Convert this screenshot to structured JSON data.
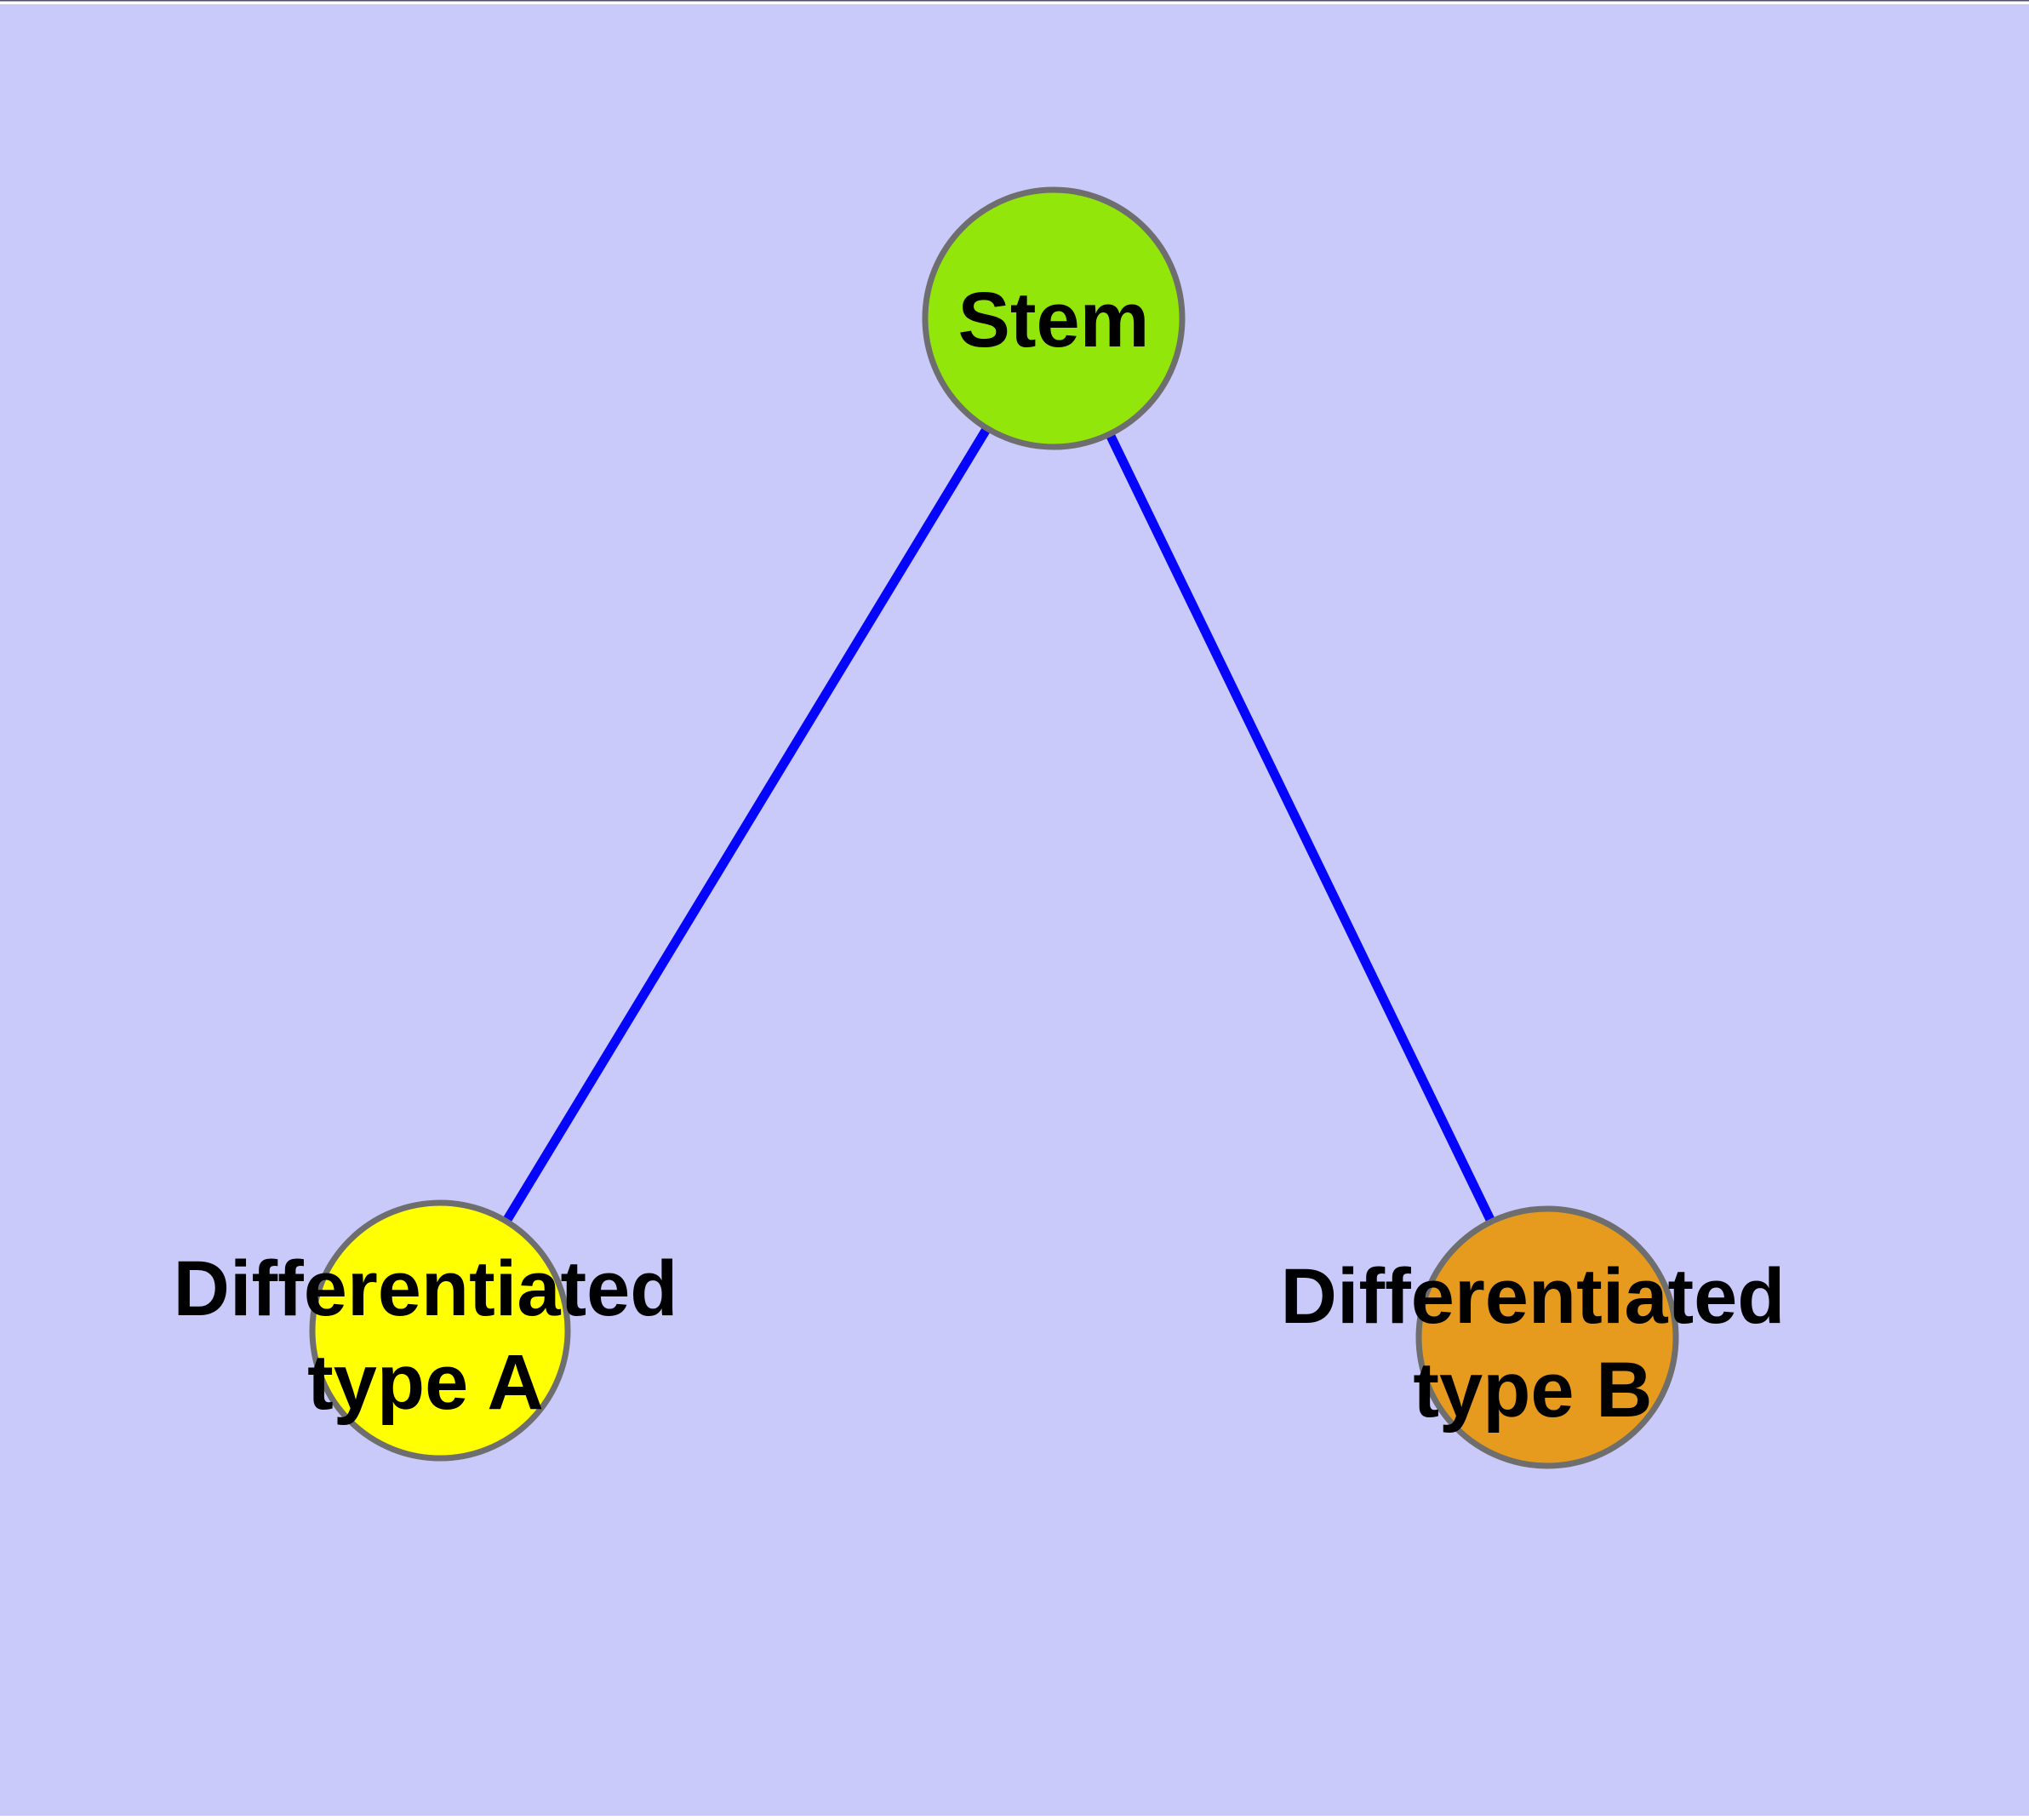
{
  "diagram": {
    "type": "node-link-graph",
    "background_color": "#C9C9FA",
    "frame_color": "#FFFFFF",
    "frame_top_line_color": "#50506A",
    "text_color": "#000000",
    "node_border_color": "#6E6E6E",
    "edge_color": "#0505FC",
    "nodes": [
      {
        "id": "stem",
        "label": "Stem",
        "fill": "#93E60A"
      },
      {
        "id": "differentiated-type-a",
        "label_line1": "Differentiated",
        "label_line2": "type A",
        "fill": "#FFFF00"
      },
      {
        "id": "differentiated-type-b",
        "label_line1": "Differentiated",
        "label_line2": "type B",
        "fill": "#E69B1E"
      }
    ],
    "edges": [
      {
        "from": "stem",
        "to": "differentiated-type-a"
      },
      {
        "from": "stem",
        "to": "differentiated-type-b"
      }
    ]
  }
}
